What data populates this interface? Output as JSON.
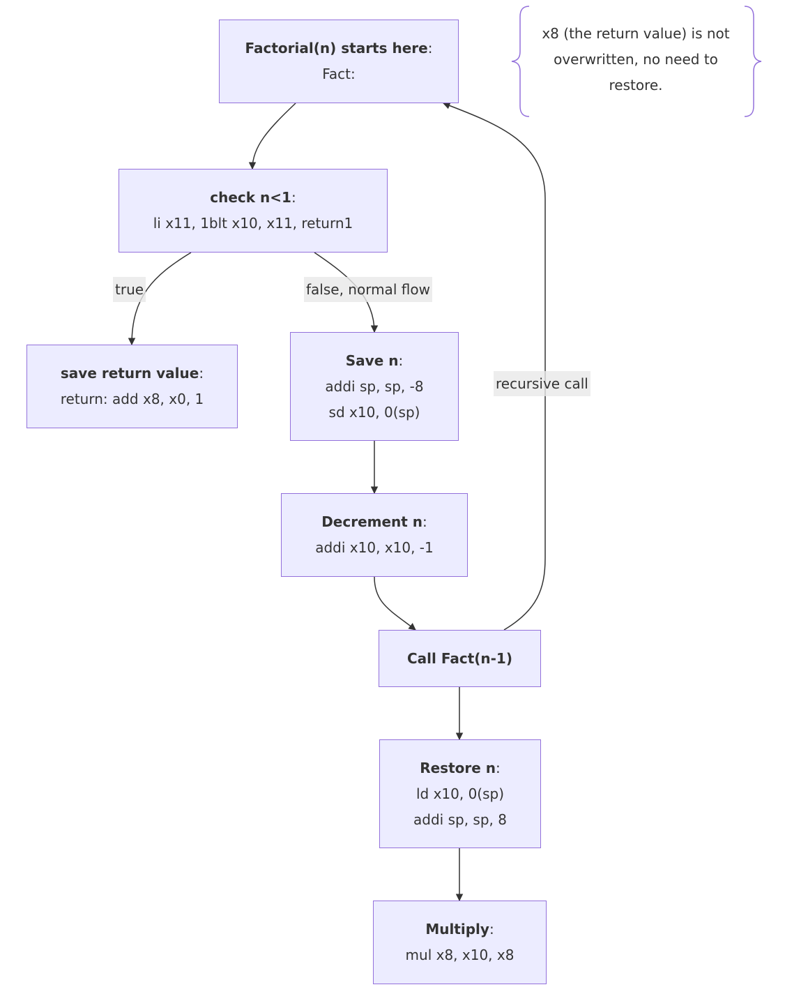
{
  "nodes": {
    "factorial": {
      "title": "Factorial(n) starts here",
      "colon": ":",
      "lines": [
        "Fact:"
      ]
    },
    "check": {
      "title": "check n<1",
      "colon": ":",
      "lines": [
        "li x11, 1blt x10, x11, return1"
      ]
    },
    "save_return": {
      "title": "save return value",
      "colon": ":",
      "lines": [
        "return: add x8, x0, 1"
      ]
    },
    "save_n": {
      "title": "Save n",
      "colon": ":",
      "lines": [
        "addi sp, sp, -8",
        "sd x10, 0(sp)"
      ]
    },
    "decrement": {
      "title": "Decrement n",
      "colon": ":",
      "lines": [
        "addi x10, x10, -1"
      ]
    },
    "call": {
      "title": "Call Fact(n-1)",
      "colon": "",
      "lines": []
    },
    "restore": {
      "title": "Restore n",
      "colon": ":",
      "lines": [
        "ld x10, 0(sp)",
        "addi sp, sp, 8"
      ]
    },
    "multiply": {
      "title": "Multiply",
      "colon": ":",
      "lines": [
        "mul x8, x10, x8"
      ]
    }
  },
  "edge_labels": {
    "true": "true",
    "false": "false, normal flow",
    "recursive": "recursive call"
  },
  "note": {
    "lines": [
      "x8 (the return value) is not",
      "overwritten, no need to",
      "restore."
    ]
  },
  "colors": {
    "node_fill": "#ececff",
    "node_border": "#9370db",
    "edge": "#333333",
    "edge_label_bg": "#e8e8e8",
    "text": "#333333"
  }
}
